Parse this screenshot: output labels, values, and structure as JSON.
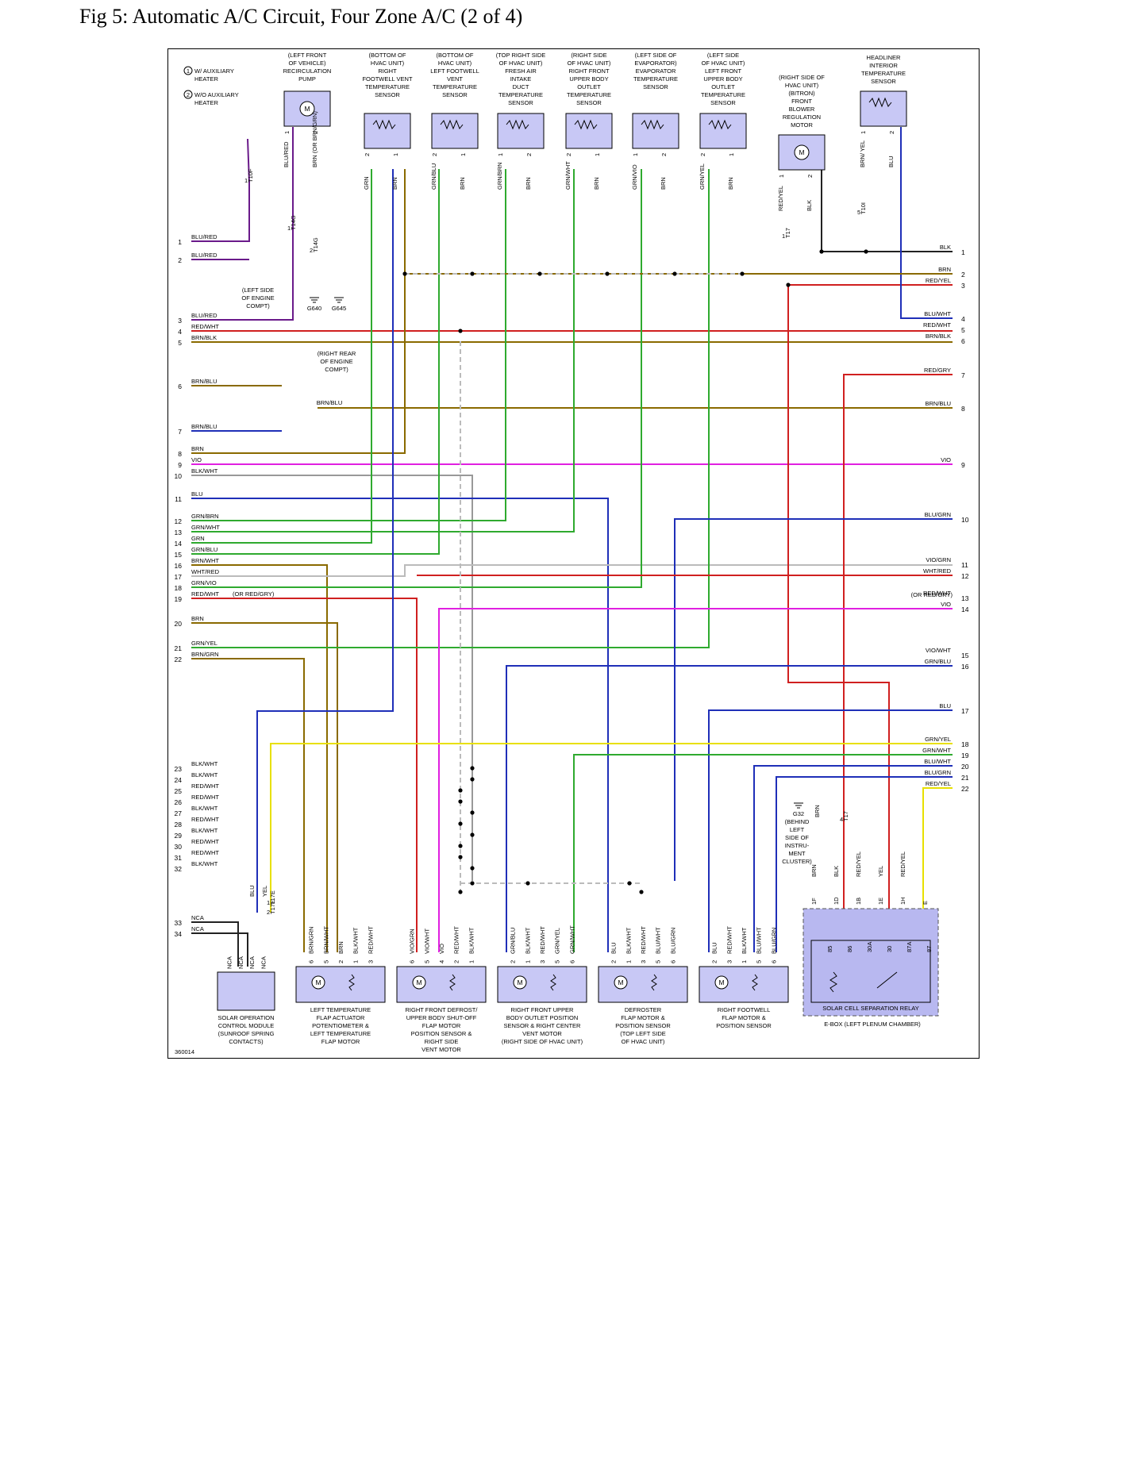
{
  "title": "Fig 5: Automatic A/C Circuit, Four Zone A/C (2 of 4)",
  "figure_id": "360014",
  "legend": [
    {
      "num": "1",
      "text": [
        "W/ AUXILIARY",
        "HEATER"
      ]
    },
    {
      "num": "2",
      "text": [
        "W/O AUXILIARY",
        "HEATER"
      ]
    }
  ],
  "top_components": [
    {
      "id": "recirc-pump",
      "label": [
        "(LEFT FRONT",
        "OF VEHICLE)",
        "RECIRCULATION",
        "PUMP"
      ],
      "kind": "motor",
      "pins": [
        "1",
        "2"
      ],
      "wires": [
        "BLU/RED",
        "BRN (OR BRN/GRN)"
      ]
    },
    {
      "id": "right-footwell-vent-sensor",
      "label": [
        "(BOTTOM OF",
        "HVAC UNIT)",
        "RIGHT",
        "FOOTWELL VENT",
        "TEMPERATURE",
        "SENSOR"
      ],
      "kind": "sensor",
      "pins": [
        "2",
        "1"
      ],
      "wires": [
        "GRN",
        "BRN"
      ]
    },
    {
      "id": "left-footwell-vent-sensor",
      "label": [
        "(BOTTOM OF",
        "HVAC UNIT)",
        "LEFT FOOTWELL",
        "VENT",
        "TEMPERATURE",
        "SENSOR"
      ],
      "kind": "sensor",
      "pins": [
        "2",
        "1"
      ],
      "wires": [
        "GRN/BLU",
        "BRN"
      ]
    },
    {
      "id": "fresh-air-duct-sensor",
      "label": [
        "(TOP RIGHT SIDE",
        "OF HVAC UNIT)",
        "FRESH AIR",
        "INTAKE",
        "DUCT",
        "TEMPERATURE",
        "SENSOR"
      ],
      "kind": "sensor",
      "pins": [
        "1",
        "2"
      ],
      "wires": [
        "GRN/BRN",
        "BRN"
      ]
    },
    {
      "id": "right-upper-body-outlet-sensor",
      "label": [
        "(RIGHT SIDE",
        "OF HVAC UNIT)",
        "RIGHT FRONT",
        "UPPER BODY",
        "OUTLET",
        "TEMPERATURE",
        "SENSOR"
      ],
      "kind": "sensor",
      "pins": [
        "2",
        "1"
      ],
      "wires": [
        "GRN/WHT",
        "BRN"
      ]
    },
    {
      "id": "evaporator-sensor",
      "label": [
        "(LEFT SIDE OF",
        "EVAPORATOR)",
        "EVAPORATOR",
        "TEMPERATURE",
        "SENSOR"
      ],
      "kind": "sensor",
      "pins": [
        "1",
        "2"
      ],
      "wires": [
        "GRN/VIO",
        "BRN"
      ]
    },
    {
      "id": "left-upper-body-outlet-sensor",
      "label": [
        "(LEFT SIDE",
        "OF HVAC UNIT)",
        "LEFT FRONT",
        "UPPER BODY",
        "OUTLET",
        "TEMPERATURE",
        "SENSOR"
      ],
      "kind": "sensor",
      "pins": [
        "2",
        "1"
      ],
      "wires": [
        "GRN/YEL",
        "BRN"
      ]
    },
    {
      "id": "blower-regulation-motor",
      "label": [
        "(RIGHT SIDE OF",
        "HVAC UNIT)",
        "(BITRON)",
        "FRONT",
        "BLOWER",
        "REGULATION",
        "MOTOR"
      ],
      "kind": "motor",
      "pins": [
        "1",
        "2"
      ],
      "wires": [
        "RED/YEL",
        "BLK"
      ]
    },
    {
      "id": "headliner-interior-sensor",
      "label": [
        "HEADLINER",
        "INTERIOR",
        "TEMPERATURE",
        "SENSOR"
      ],
      "kind": "sensor",
      "pins": [
        "1",
        "2"
      ],
      "wires": [
        "BRN/ YEL",
        "BLU"
      ]
    }
  ],
  "connectors": [
    {
      "name": "T10F",
      "pin": "1"
    },
    {
      "name": "T14G",
      "pin": "1"
    },
    {
      "name": "T14G",
      "pin": "2"
    },
    {
      "name": "T17",
      "pin": "1"
    },
    {
      "name": "T10I",
      "pin": "5"
    },
    {
      "name": "T17",
      "pin": "4"
    },
    {
      "name": "T17E",
      "pin": "1"
    },
    {
      "name": "T17E",
      "pin": "2"
    }
  ],
  "grounds": [
    {
      "id": "G640",
      "label": "G640"
    },
    {
      "id": "G645",
      "label": "G645"
    },
    {
      "id": "G32",
      "label": "G32"
    }
  ],
  "ground_locations": [
    {
      "text": [
        "(LEFT SIDE",
        "OF ENGINE",
        "COMPT)"
      ]
    },
    {
      "text": [
        "(RIGHT REAR",
        "OF ENGINE",
        "COMPT)"
      ]
    },
    {
      "text": [
        "(BEHIND",
        "LEFT",
        "SIDE OF",
        "INSTRU-",
        "MENT",
        "CLUSTER)"
      ]
    }
  ],
  "left_circuits": [
    {
      "n": "1",
      "color": "BLU/RED"
    },
    {
      "n": "2",
      "color": "BLU/RED"
    },
    {
      "n": "3",
      "color": "BLU/RED"
    },
    {
      "n": "4",
      "color": "RED/WHT"
    },
    {
      "n": "5",
      "color": "BRN/BLK"
    },
    {
      "n": "6",
      "color": "BRN/BLU"
    },
    {
      "n": "7",
      "color": "BRN/BLU"
    },
    {
      "n": "8",
      "color": "BRN"
    },
    {
      "n": "9",
      "color": "VIO"
    },
    {
      "n": "10",
      "color": "BLK/WHT"
    },
    {
      "n": "11",
      "color": "BLU"
    },
    {
      "n": "12",
      "color": "GRN/BRN"
    },
    {
      "n": "13",
      "color": "GRN/WHT"
    },
    {
      "n": "14",
      "color": "GRN"
    },
    {
      "n": "15",
      "color": "GRN/BLU"
    },
    {
      "n": "16",
      "color": "BRN/WHT"
    },
    {
      "n": "17",
      "color": "WHT/RED"
    },
    {
      "n": "18",
      "color": "GRN/VIO"
    },
    {
      "n": "19",
      "color": "RED/WHT"
    },
    {
      "n": "20",
      "color": "BRN"
    },
    {
      "n": "21",
      "color": "GRN/YEL"
    },
    {
      "n": "22",
      "color": "BRN/GRN"
    },
    {
      "n": "23",
      "color": "BLK/WHT"
    },
    {
      "n": "24",
      "color": "BLK/WHT"
    },
    {
      "n": "25",
      "color": "RED/WHT"
    },
    {
      "n": "26",
      "color": "RED/WHT"
    },
    {
      "n": "27",
      "color": "BLK/WHT"
    },
    {
      "n": "28",
      "color": "RED/WHT"
    },
    {
      "n": "29",
      "color": "BLK/WHT"
    },
    {
      "n": "30",
      "color": "RED/WHT"
    },
    {
      "n": "31",
      "color": "RED/WHT"
    },
    {
      "n": "32",
      "color": "BLK/WHT"
    },
    {
      "n": "33",
      "color": "NCA"
    },
    {
      "n": "34",
      "color": "NCA"
    }
  ],
  "left_notes": {
    "or_red_gry": "(OR RED/GRY)",
    "brn_blu_mid": "BRN/BLU"
  },
  "right_circuits": [
    {
      "n": "1",
      "color": "BLK"
    },
    {
      "n": "2",
      "color": "BRN"
    },
    {
      "n": "3",
      "color": "RED/YEL"
    },
    {
      "n": "4",
      "color": "BLU/WHT"
    },
    {
      "n": "5",
      "color": "RED/WHT"
    },
    {
      "n": "6",
      "color": "BRN/BLK"
    },
    {
      "n": "7",
      "color": "RED/GRY"
    },
    {
      "n": "8",
      "color": "BRN/BLU"
    },
    {
      "n": "9",
      "color": "VIO"
    },
    {
      "n": "10",
      "color": "BLU/GRN"
    },
    {
      "n": "11",
      "color": "VIO/GRN"
    },
    {
      "n": "12",
      "color": "WHT/RED"
    },
    {
      "n": "13",
      "color": "RED/WHT"
    },
    {
      "n": "14",
      "color": "VIO"
    },
    {
      "n": "15",
      "color": "VIO/WHT"
    },
    {
      "n": "16",
      "color": "GRN/BLU"
    },
    {
      "n": "17",
      "color": "BLU"
    },
    {
      "n": "18",
      "color": "GRN/YEL"
    },
    {
      "n": "19",
      "color": "GRN/WHT"
    },
    {
      "n": "20",
      "color": "BLU/WHT"
    },
    {
      "n": "21",
      "color": "BLU/GRN"
    },
    {
      "n": "22",
      "color": "RED/YEL"
    }
  ],
  "right_notes": {
    "or_red_gry": "(OR RED/GRY)"
  },
  "bottom_components": [
    {
      "id": "solar-module",
      "label": [
        "SOLAR OPERATION",
        "CONTROL MODULE",
        "(SUNROOF SPRING",
        "CONTACTS)"
      ],
      "pins": [
        "NCA",
        "NCA",
        "NCA",
        "NCA"
      ],
      "top_wires": [
        "BLU",
        "YEL"
      ]
    },
    {
      "id": "left-temp-flap",
      "label": [
        "LEFT TEMPERATURE",
        "FLAP ACTUATOR",
        "POTENTIOMETER &",
        "LEFT TEMPERATURE",
        "FLAP MOTOR"
      ],
      "pins": [
        "6",
        "5",
        "2",
        "1",
        "3"
      ],
      "wires": [
        "BRN/GRN",
        "BRN/WHT",
        "BRN",
        "BLK/WHT",
        "RED/WHT"
      ]
    },
    {
      "id": "right-defrost-flap",
      "label": [
        "RIGHT FRONT DEFROST/",
        "UPPER BODY SHUT-OFF",
        "FLAP MOTOR",
        "POSITION SENSOR &",
        "RIGHT SIDE",
        "VENT MOTOR"
      ],
      "pins": [
        "6",
        "5",
        "4",
        "2",
        "1"
      ],
      "wires": [
        "VIO/GRN",
        "VIO/WHT",
        "VIO",
        "RED/WHT",
        "BLK/WHT"
      ]
    },
    {
      "id": "right-upper-outlet-motor",
      "label": [
        "RIGHT FRONT UPPER",
        "BODY OUTLET POSITION",
        "SENSOR & RIGHT CENTER",
        "VENT MOTOR",
        "(RIGHT SIDE OF HVAC UNIT)"
      ],
      "pins": [
        "2",
        "1",
        "3",
        "5",
        "6"
      ],
      "wires": [
        "GRN/BLU",
        "BLK/WHT",
        "RED/WHT",
        "GRN/YEL",
        "GRN/WHT"
      ]
    },
    {
      "id": "defroster-flap",
      "label": [
        "DEFROSTER",
        "FLAP MOTOR &",
        "POSITION SENSOR",
        "(TOP LEFT SIDE",
        "OF HVAC UNIT)"
      ],
      "pins": [
        "2",
        "1",
        "3",
        "5",
        "6"
      ],
      "wires": [
        "BLU",
        "BLK/WHT",
        "RED/WHT",
        "BLU/WHT",
        "BLU/GRN"
      ]
    },
    {
      "id": "right-footwell-flap",
      "label": [
        "RIGHT FOOTWELL",
        "FLAP MOTOR &",
        "POSITION SENSOR"
      ],
      "pins": [
        "2",
        "3",
        "1",
        "5",
        "6"
      ],
      "wires": [
        "BLU",
        "RED/WHT",
        "BLK/WHT",
        "BLU/WHT",
        "BLU/GRN"
      ]
    },
    {
      "id": "solar-relay",
      "label": [
        "SOLAR CELL SEPARATION RELAY"
      ],
      "pins": [
        "85",
        "86",
        "30A",
        "30",
        "87A",
        "87"
      ],
      "terminals": [
        "1F",
        "1D",
        "1B",
        "1E",
        "1H",
        "E"
      ],
      "wires": [
        "BRN",
        "BLK",
        "RED/YEL",
        "YEL",
        "RED/YEL"
      ]
    }
  ],
  "ebox_label": "E-BOX (LEFT PLENUM CHAMBER)",
  "ground_wires": {
    "g32": "BRN"
  },
  "colors": {
    "BLU": "#1f2fb8",
    "BRN": "#8a6a00",
    "GRN": "#2faa2f",
    "RED": "#d02020",
    "YEL": "#e8e000",
    "VIO": "#e020e0",
    "BLK": "#222222",
    "WHT": "#bbbbbb",
    "GRY": "#999999",
    "PURPLE": "#6a1a8a",
    "component_fill": "#c8c8f5",
    "relay_fill": "#b8b8f0"
  }
}
